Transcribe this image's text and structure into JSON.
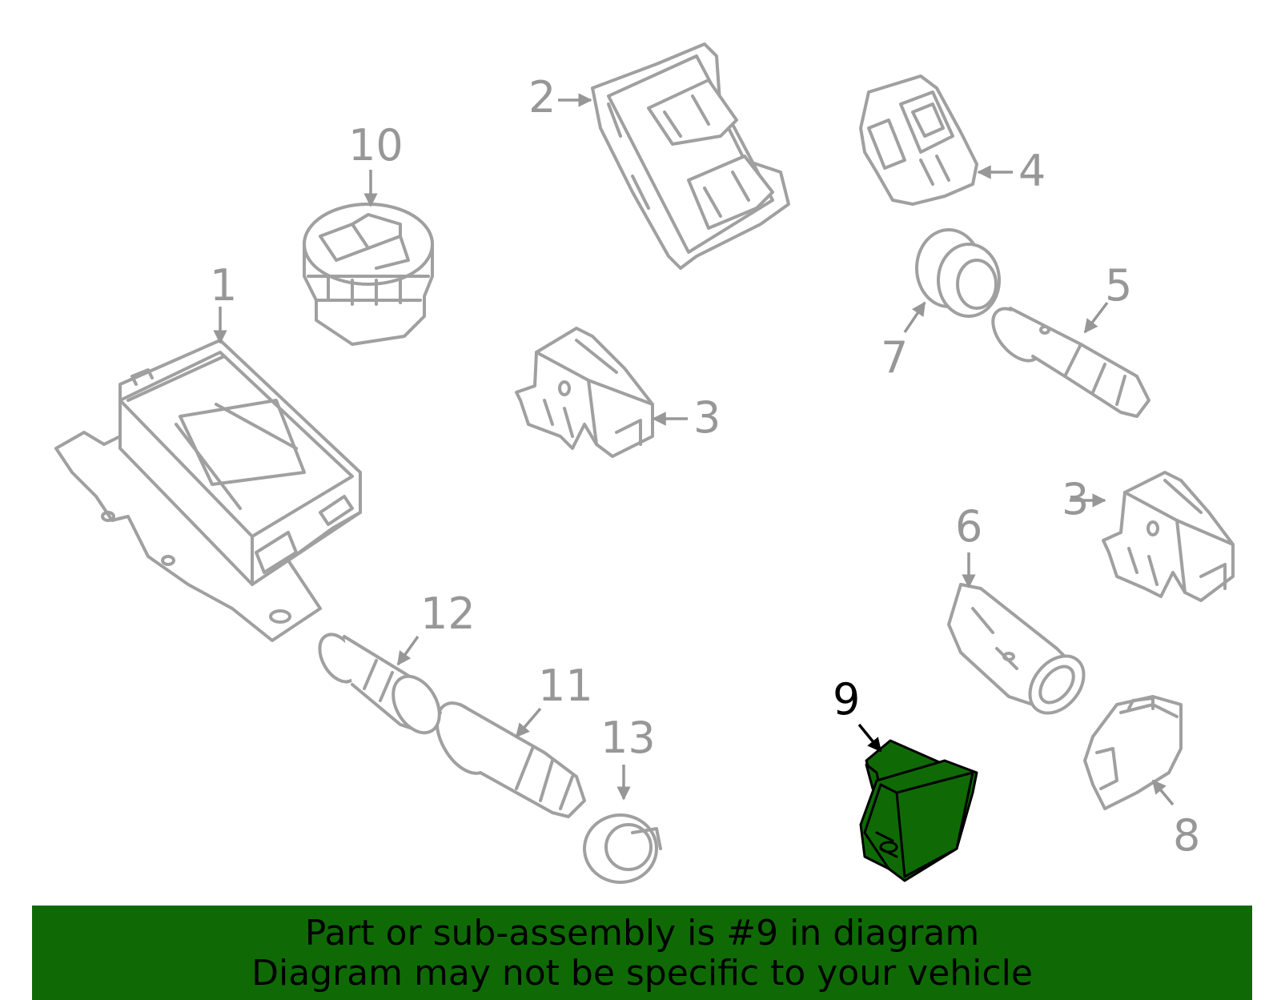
{
  "callouts": {
    "c1": "1",
    "c2": "2",
    "c3a": "3",
    "c3b": "3",
    "c4": "4",
    "c5": "5",
    "c6": "6",
    "c7": "7",
    "c8": "8",
    "c9": "9",
    "c10": "10",
    "c11": "11",
    "c12": "12",
    "c13": "13"
  },
  "banner": {
    "line1": "Part or sub-assembly is #9 in diagram",
    "line2": "Diagram may not be specific to your vehicle"
  },
  "colors": {
    "highlight": "#0f6a06",
    "part_stroke": "#a0a0a0",
    "callout": "#979797"
  }
}
